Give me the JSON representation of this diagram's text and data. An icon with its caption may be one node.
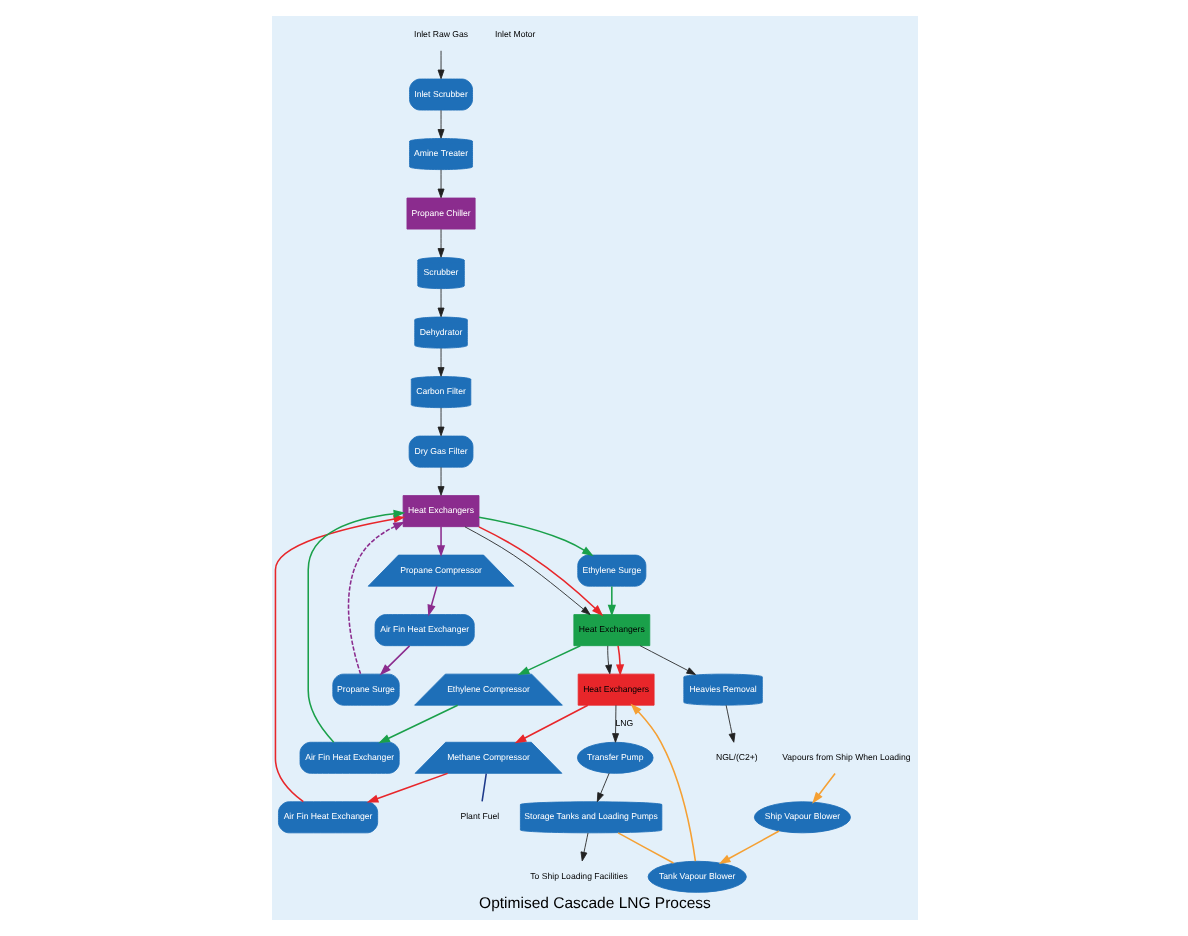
{
  "diagram": {
    "title": "Optimised Cascade LNG Process",
    "nodes": [
      {
        "text": [
          "Inlet Raw Gas"
        ]
      },
      {
        "text": [
          "Inlet Scrubber"
        ]
      },
      {
        "text": [
          "Amine Treater"
        ]
      },
      {
        "text": [
          "Propane Chiller"
        ]
      },
      {
        "text": [
          "Scrubber"
        ]
      },
      {
        "text": [
          "Dehydrator"
        ]
      },
      {
        "text": [
          "Carbon Filter"
        ]
      },
      {
        "text": [
          "Dry Gas Filter"
        ]
      },
      {
        "text": [
          "Air Fin Heat Exchanger"
        ]
      },
      {
        "text": [
          "Plant Fuel"
        ]
      },
      {
        "text": [
          "Methane Compressor"
        ]
      },
      {
        "text": [
          "Air Fin Heat Exchanger"
        ]
      },
      {
        "text": [
          "Ethylene Compressor"
        ]
      },
      {
        "text": [
          "Propane Compressor"
        ]
      },
      {
        "text": [
          "Air Fin Heat Exchanger"
        ]
      },
      {
        "text": [
          "Propane Surge"
        ]
      },
      {
        "text": [
          "Heat Exchangers"
        ]
      },
      {
        "text": [
          "Heat Exchangers"
        ]
      },
      {
        "text": [
          "Heat Exchangers"
        ]
      },
      {
        "text": [
          "Heavies Removal"
        ]
      },
      {
        "text": [
          "Ethylene Surge"
        ]
      },
      {
        "text": [
          "NGL/(C2+)"
        ]
      },
      {
        "text": [
          "Tank Vapour Blower"
        ]
      },
      {
        "text": [
          "Transfer Pump"
        ]
      },
      {
        "text": [
          "Ship Vapour Blower"
        ]
      },
      {
        "text": [
          "Storage Tanks and Loading Pumps"
        ]
      },
      {
        "text": [
          "Vapours from Ship When Loading"
        ]
      },
      {
        "text": [
          "To Ship Loading Facilities"
        ]
      }
    ],
    "edges": [
      {
        "from": 0,
        "to": 1,
        "arrow": "to"
      },
      {
        "from": 1,
        "to": 2,
        "arrow": "to"
      },
      {
        "from": 2,
        "to": 3,
        "arrow": "to"
      },
      {
        "from": 3,
        "to": 4,
        "arrow": "to"
      },
      {
        "from": 4,
        "to": 5,
        "arrow": "to"
      },
      {
        "from": 5,
        "to": 6,
        "arrow": "to"
      },
      {
        "from": 6,
        "to": 7,
        "arrow": "to"
      },
      {
        "from": 7,
        "to": 18,
        "arrow": "to"
      },
      {
        "from": 18,
        "to": 17,
        "arrow": "to"
      },
      {
        "from": 17,
        "to": 16,
        "arrow": "to"
      },
      {
        "from": 17,
        "to": 19,
        "arrow": "to"
      },
      {
        "from": 19,
        "to": 21,
        "arrow": "to"
      },
      {
        "from": 16,
        "to": 23,
        "label": "LNG",
        "arrow": "to"
      },
      {
        "from": 23,
        "to": 25,
        "arrow": "to"
      },
      {
        "from": 25,
        "to": 27,
        "arrow": "to"
      },
      {
        "from": 26,
        "to": 24,
        "arrow": "to",
        "color": "#f5a033"
      },
      {
        "from": 24,
        "to": 22,
        "arrow": "to",
        "color": "#f5a033"
      },
      {
        "from": 25,
        "to": 22,
        "arrow": "none",
        "color": "#f5a033"
      },
      {
        "from": 22,
        "to": 16,
        "arrow": "to",
        "color": "#f5a033"
      },
      {
        "from": 10,
        "to": 9,
        "arrow": "none",
        "color": "#1e3a8a"
      },
      {
        "from": 10,
        "to": 8,
        "arrow": "to",
        "color": "#e8262a"
      },
      {
        "from": 8,
        "to": 18,
        "arrow": "to",
        "color": "#e8262a"
      },
      {
        "from": 18,
        "to": 17,
        "arrow": "to",
        "color": "#e8262a"
      },
      {
        "from": 17,
        "to": 16,
        "arrow": "to",
        "color": "#e8262a"
      },
      {
        "from": 16,
        "to": 10,
        "arrow": "to",
        "color": "#e8262a"
      },
      {
        "from": 12,
        "to": 11,
        "arrow": "to",
        "color": "#1aa04a"
      },
      {
        "from": 11,
        "to": 18,
        "arrow": "to",
        "color": "#1aa04a"
      },
      {
        "from": 18,
        "to": 20,
        "arrow": "to",
        "color": "#1aa04a"
      },
      {
        "from": 20,
        "to": 17,
        "arrow": "to",
        "color": "#1aa04a"
      },
      {
        "from": 17,
        "to": 12,
        "arrow": "to",
        "color": "#1aa04a"
      },
      {
        "from": 13,
        "to": 14,
        "arrow": "to",
        "color": "#8b2c8e"
      },
      {
        "from": 14,
        "to": 15,
        "arrow": "to",
        "color": "#8b2c8e"
      },
      {
        "from": 15,
        "to": 18,
        "arrow": "to",
        "style": "dashed",
        "color": "#8b2c8e"
      },
      {
        "from": 18,
        "to": 13,
        "arrow": "to",
        "color": "#8b2c8e"
      }
    ],
    "labels": [
      "Inlet Motor"
    ]
  }
}
